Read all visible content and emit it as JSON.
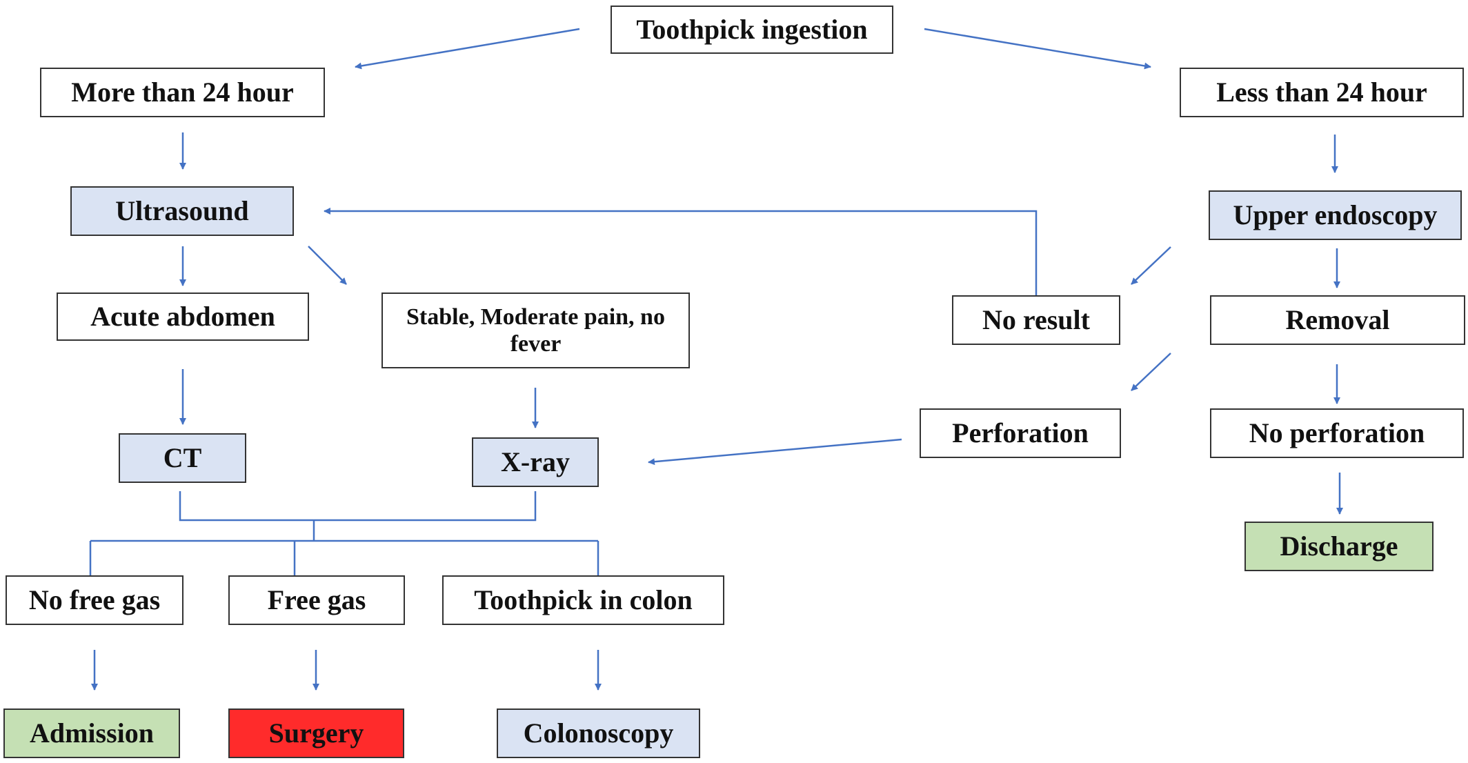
{
  "colors": {
    "arrow": "#4472c4",
    "border": "#333333",
    "white": "#ffffff",
    "blue": "#dae3f3",
    "green": "#c5e0b4",
    "red": "#ff2b2b"
  },
  "nodes": {
    "toothpick_ingestion": "Toothpick ingestion",
    "more_than_24": "More than 24 hour",
    "less_than_24": "Less than 24 hour",
    "ultrasound": "Ultrasound",
    "upper_endoscopy": "Upper endoscopy",
    "acute_abdomen": "Acute abdomen",
    "stable": "Stable, Moderate pain, no fever",
    "no_result": "No result",
    "removal": "Removal",
    "perforation": "Perforation",
    "no_perforation": "No perforation",
    "ct": "CT",
    "xray": "X-ray",
    "discharge": "Discharge",
    "no_free_gas": "No free gas",
    "free_gas": "Free gas",
    "toothpick_in_colon": "Toothpick in colon",
    "admission": "Admission",
    "surgery": "Surgery",
    "colonoscopy": "Colonoscopy"
  }
}
